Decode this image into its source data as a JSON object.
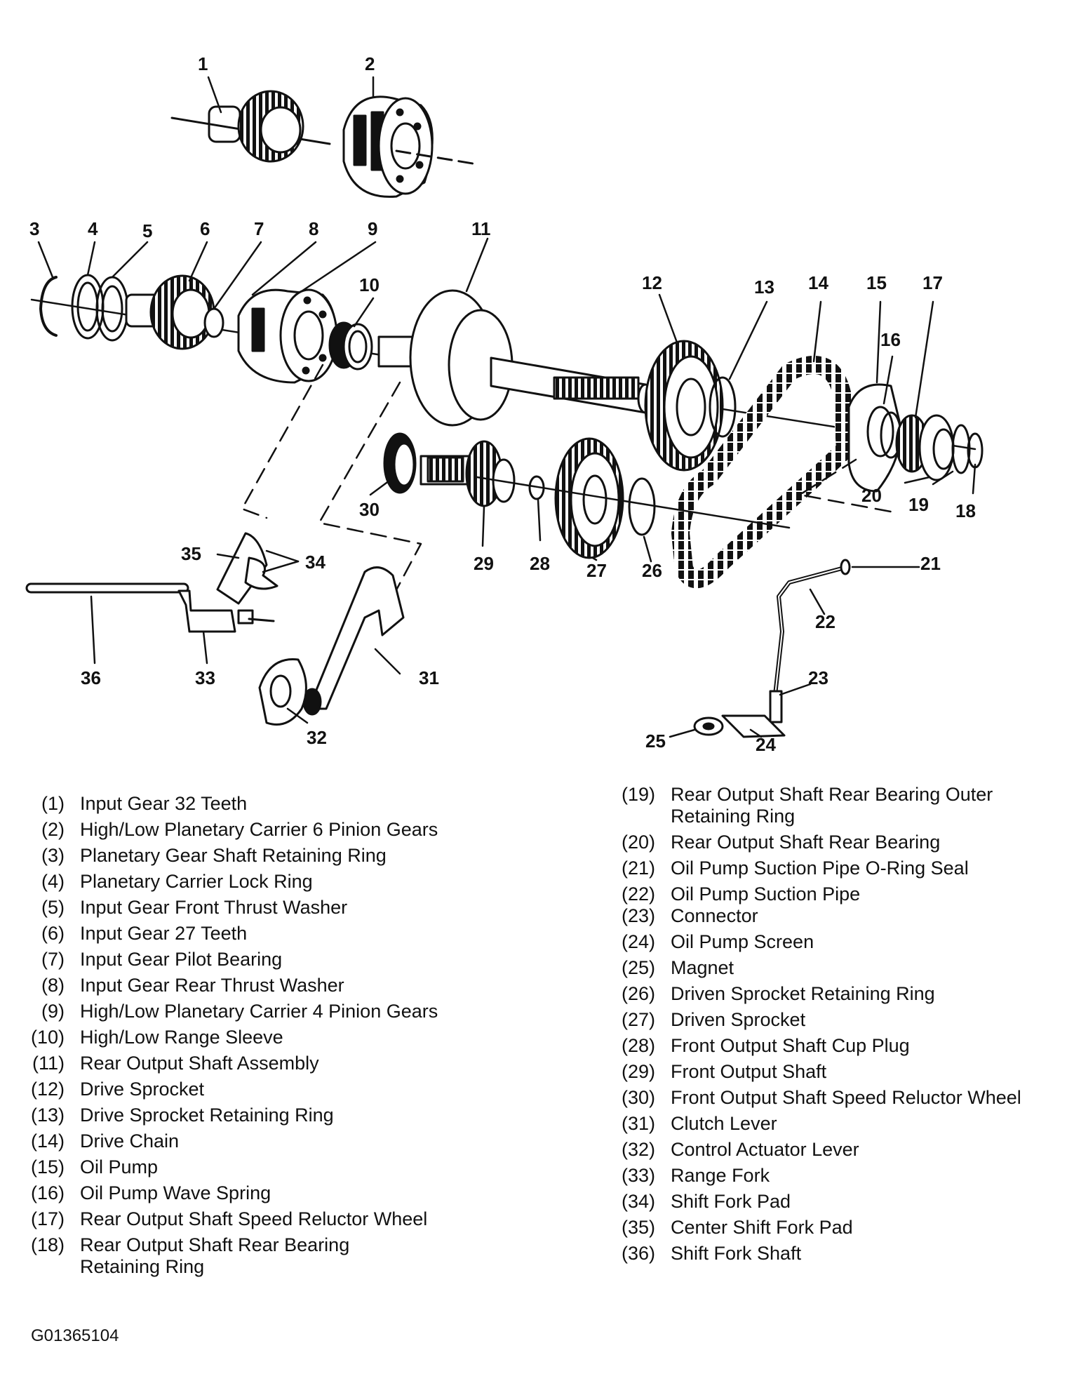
{
  "figure_id": "G01365104",
  "callouts": [
    "1",
    "2",
    "3",
    "4",
    "5",
    "6",
    "7",
    "8",
    "9",
    "10",
    "11",
    "12",
    "13",
    "14",
    "15",
    "16",
    "17",
    "18",
    "19",
    "20",
    "21",
    "22",
    "23",
    "24",
    "25",
    "26",
    "27",
    "28",
    "29",
    "30",
    "31",
    "32",
    "33",
    "34",
    "35",
    "36"
  ],
  "legend": {
    "left": [
      {
        "num": "(1)",
        "text": "Input Gear 32 Teeth"
      },
      {
        "num": "(2)",
        "text": "High/Low Planetary Carrier 6 Pinion Gears"
      },
      {
        "num": "(3)",
        "text": "Planetary Gear Shaft Retaining Ring"
      },
      {
        "num": "(4)",
        "text": "Planetary Carrier Lock Ring"
      },
      {
        "num": "(5)",
        "text": "Input Gear Front Thrust Washer"
      },
      {
        "num": "(6)",
        "text": "Input Gear 27 Teeth"
      },
      {
        "num": "(7)",
        "text": "Input Gear Pilot Bearing"
      },
      {
        "num": "(8)",
        "text": "Input Gear Rear Thrust Washer"
      },
      {
        "num": "(9)",
        "text": "High/Low Planetary Carrier 4 Pinion Gears"
      },
      {
        "num": "(10)",
        "text": "High/Low Range Sleeve"
      },
      {
        "num": "(11)",
        "text": "Rear Output Shaft Assembly"
      },
      {
        "num": "(12)",
        "text": "Drive Sprocket"
      },
      {
        "num": "(13)",
        "text": "Drive Sprocket Retaining Ring"
      },
      {
        "num": "(14)",
        "text": "Drive Chain"
      },
      {
        "num": "(15)",
        "text": "Oil Pump"
      },
      {
        "num": "(16)",
        "text": "Oil Pump Wave Spring"
      },
      {
        "num": "(17)",
        "text": "Rear Output Shaft Speed Reluctor Wheel"
      },
      {
        "num": "(18)",
        "text": "Rear Output Shaft Rear Bearing",
        "text2": "Retaining Ring"
      }
    ],
    "right": [
      {
        "num": "(19)",
        "text": "Rear Output Shaft Rear Bearing Outer",
        "text2": "Retaining Ring"
      },
      {
        "num": "(20)",
        "text": "Rear Output Shaft Rear Bearing"
      },
      {
        "num": "(21)",
        "text": "Oil Pump Suction Pipe O-Ring Seal"
      },
      {
        "num": "(22)",
        "text": "Oil Pump Suction Pipe"
      },
      {
        "num": "(23)",
        "text": "Connector"
      },
      {
        "num": "(24)",
        "text": "Oil Pump Screen"
      },
      {
        "num": "(25)",
        "text": "Magnet"
      },
      {
        "num": "(26)",
        "text": "Driven Sprocket Retaining Ring"
      },
      {
        "num": "(27)",
        "text": "Driven Sprocket"
      },
      {
        "num": "(28)",
        "text": "Front Output Shaft Cup Plug"
      },
      {
        "num": "(29)",
        "text": "Front Output Shaft"
      },
      {
        "num": "(30)",
        "text": "Front Output Shaft Speed Reluctor Wheel"
      },
      {
        "num": "(31)",
        "text": "Clutch Lever"
      },
      {
        "num": "(32)",
        "text": "Control Actuator Lever"
      },
      {
        "num": "(33)",
        "text": "Range Fork"
      },
      {
        "num": "(34)",
        "text": "Shift Fork Pad"
      },
      {
        "num": "(35)",
        "text": "Center Shift Fork Pad"
      },
      {
        "num": "(36)",
        "text": "Shift Fork Shaft"
      }
    ]
  }
}
